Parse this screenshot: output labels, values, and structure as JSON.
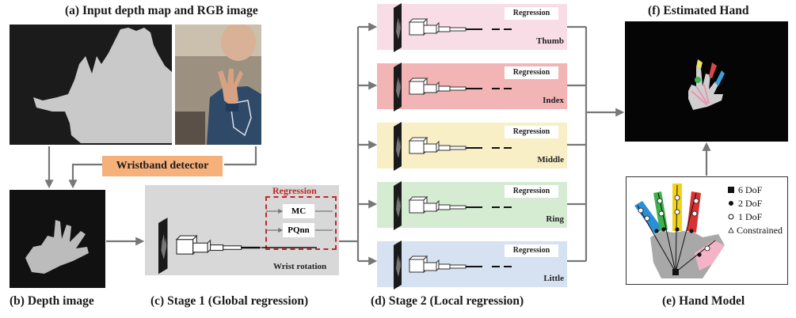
{
  "captions": {
    "a": "(a) Input depth map and RGB image",
    "b": "(b) Depth image",
    "c": "(c) Stage 1 (Global regression)",
    "d": "(d) Stage 2 (Local regression)",
    "e": "(e) Hand Model",
    "f": "(f) Estimated Hand"
  },
  "wristband_detector": "Wristband detector",
  "stage1": {
    "regression_title": "Regression",
    "mc": "MC",
    "pqnn": "PQnn",
    "wrist_rotation": "Wrist rotation"
  },
  "stage2": {
    "regression_label": "Regression",
    "fingers": [
      {
        "name": "Thumb",
        "color": "#f8dde6"
      },
      {
        "name": "Index",
        "color": "#f2b4b4"
      },
      {
        "name": "Middle",
        "color": "#f8efc6"
      },
      {
        "name": "Ring",
        "color": "#d5ecd3"
      },
      {
        "name": "Little",
        "color": "#d6e1f1"
      }
    ]
  },
  "hand_model_legend": {
    "six_dof": "6 DoF",
    "two_dof": "2 DoF",
    "one_dof": "1 DoF",
    "constrained": "Constrained"
  },
  "colors": {
    "arrow": "#777777",
    "stage1_bg": "#d8d8d8",
    "regression_box": "#c0282a",
    "wristband": "#f6b07a"
  }
}
